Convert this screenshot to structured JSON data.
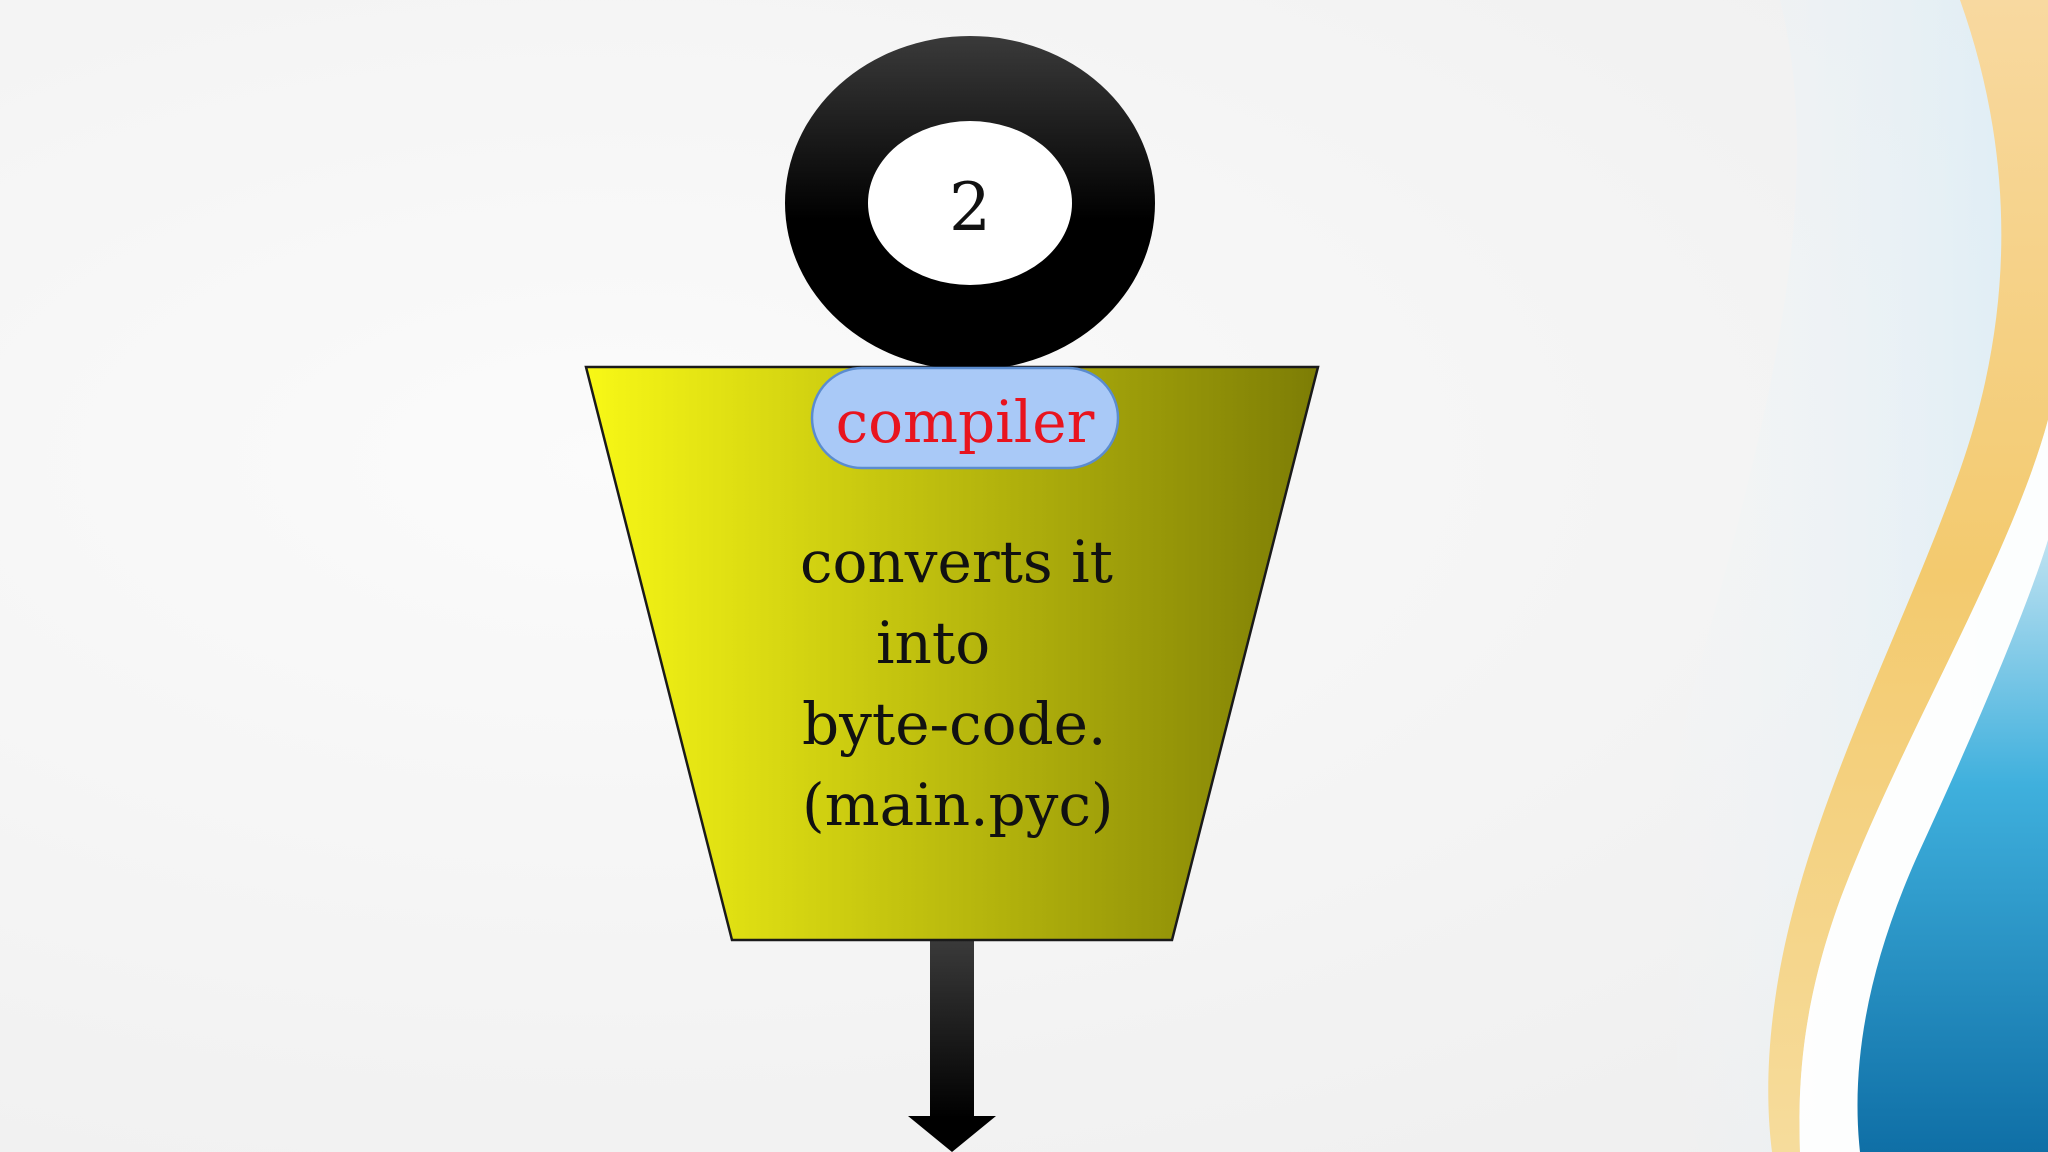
{
  "step": {
    "number": "2"
  },
  "stage": {
    "name": "compiler",
    "description_lines": [
      "converts it",
      "into",
      "byte-code.",
      "(main.pyc)"
    ]
  },
  "colors": {
    "funnel_light": "#f8f816",
    "funnel_dark": "#7d7d05",
    "badge_fill": "#a9c9f7",
    "badge_stroke": "#5b8ccf",
    "badge_text": "#e8141e",
    "ring": "#000000",
    "text": "#111111",
    "wave_blue": "#1a8fc4",
    "wave_gold": "#f2c866"
  }
}
